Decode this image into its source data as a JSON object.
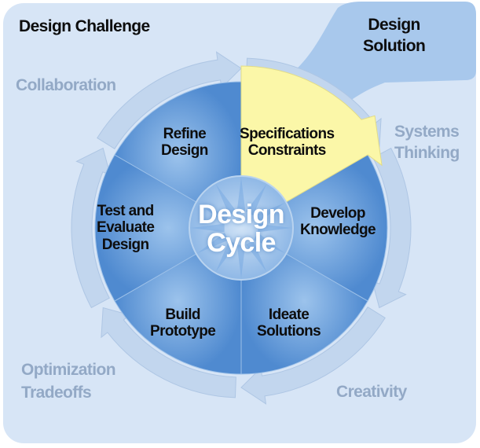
{
  "title": "Design Challenge",
  "solution": {
    "line1": "Design",
    "line2": "Solution"
  },
  "center": {
    "line1": "Design",
    "line2": "Cycle"
  },
  "steps": [
    {
      "line1": "Specifications",
      "line2": "Constraints"
    },
    {
      "line1": "Develop",
      "line2": "Knowledge"
    },
    {
      "line1": "Ideate",
      "line2": "Solutions"
    },
    {
      "line1": "Build",
      "line2": "Prototype"
    },
    {
      "line1": "Test and",
      "line2": "Evaluate",
      "line3": "Design"
    },
    {
      "line1": "Refine",
      "line2": "Design"
    }
  ],
  "themes": {
    "collaboration": "Collaboration",
    "systems": {
      "line1": "Systems",
      "line2": "Thinking"
    },
    "creativity": "Creativity",
    "optimization": {
      "line1": "Optimization",
      "line2": "Tradeoffs"
    }
  },
  "colors": {
    "background": "#d7e5f6",
    "solution_blob": "#a8c8ec",
    "wedge": "#6fa3dc",
    "highlight": "#fbf7a8",
    "ring": "#c2d6ee"
  }
}
